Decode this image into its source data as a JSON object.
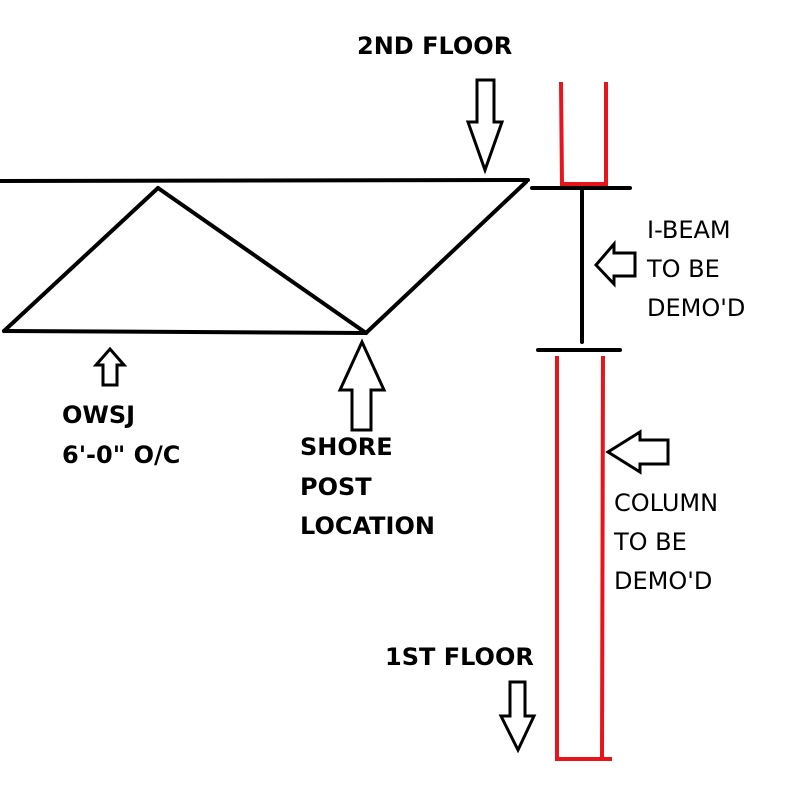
{
  "labels": {
    "second_floor": "2ND FLOOR",
    "first_floor": "1ST FLOOR",
    "owsj": [
      "OWSJ",
      "6'-0\" O/C"
    ],
    "shore_post": [
      "SHORE",
      "POST",
      "LOCATION"
    ],
    "ibeam": [
      "I-BEAM",
      "TO BE",
      "DEMO'D"
    ],
    "column": [
      "COLUMN",
      "TO BE",
      "DEMO'D"
    ]
  },
  "colors": {
    "ink": "#000000",
    "column": "#e8141c",
    "background": "#ffffff"
  }
}
